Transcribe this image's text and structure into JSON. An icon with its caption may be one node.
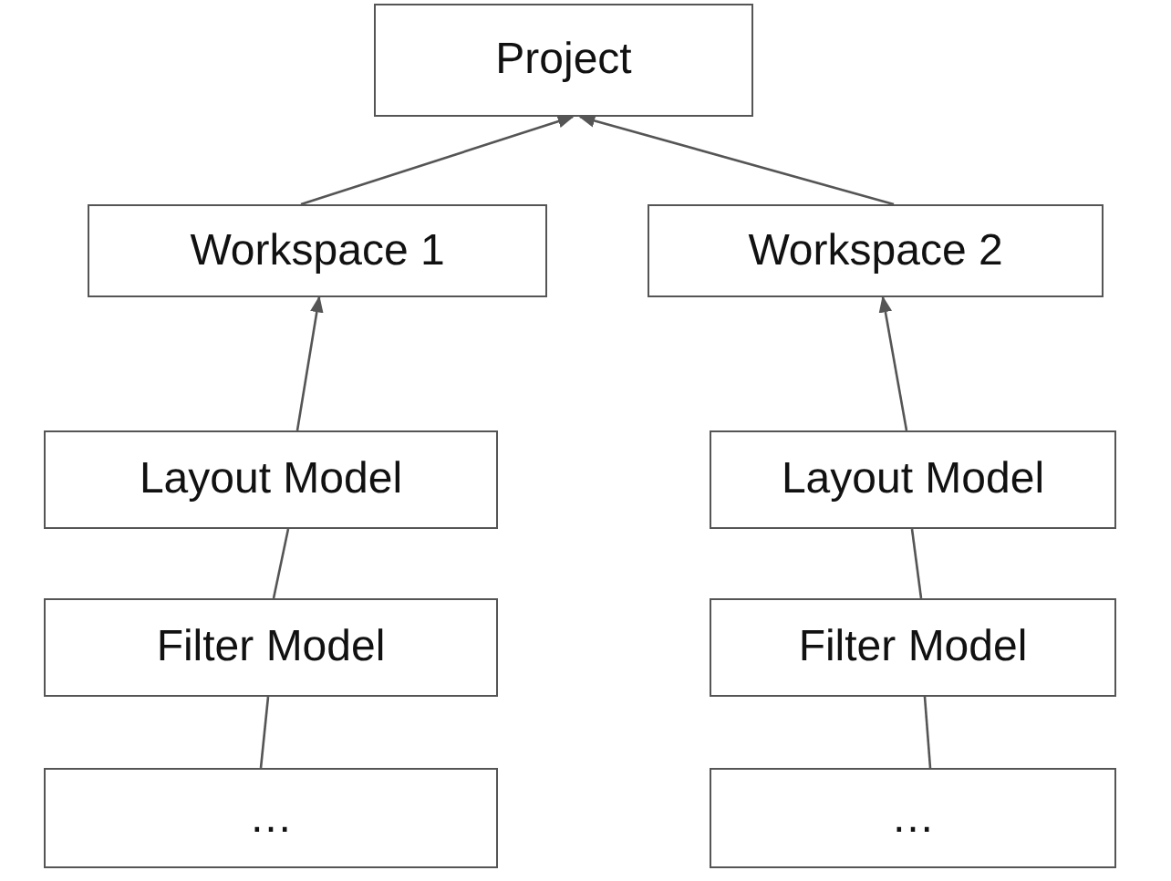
{
  "diagram": {
    "nodes": [
      {
        "text": [
          "Project"
        ]
      },
      {
        "text": [
          "Workspace 1"
        ]
      },
      {
        "text": [
          "Workspace 2"
        ]
      },
      {
        "text": [
          "Layout Model"
        ]
      },
      {
        "text": [
          "Layout Model"
        ]
      },
      {
        "text": [
          "Filter Model"
        ]
      },
      {
        "text": [
          "Filter Model"
        ]
      },
      {
        "text": [
          "…"
        ]
      },
      {
        "text": [
          "…"
        ]
      }
    ],
    "edges": [
      {
        "from": 1,
        "to": 0,
        "arrow": "to"
      },
      {
        "from": 2,
        "to": 0,
        "arrow": "to"
      },
      {
        "from": 3,
        "to": 1,
        "arrow": "to"
      },
      {
        "from": 4,
        "to": 2,
        "arrow": "to"
      },
      {
        "from": 3,
        "to": 5,
        "arrow": "none"
      },
      {
        "from": 4,
        "to": 6,
        "arrow": "none"
      },
      {
        "from": 5,
        "to": 7,
        "arrow": "none"
      },
      {
        "from": 6,
        "to": 8,
        "arrow": "none"
      }
    ]
  }
}
